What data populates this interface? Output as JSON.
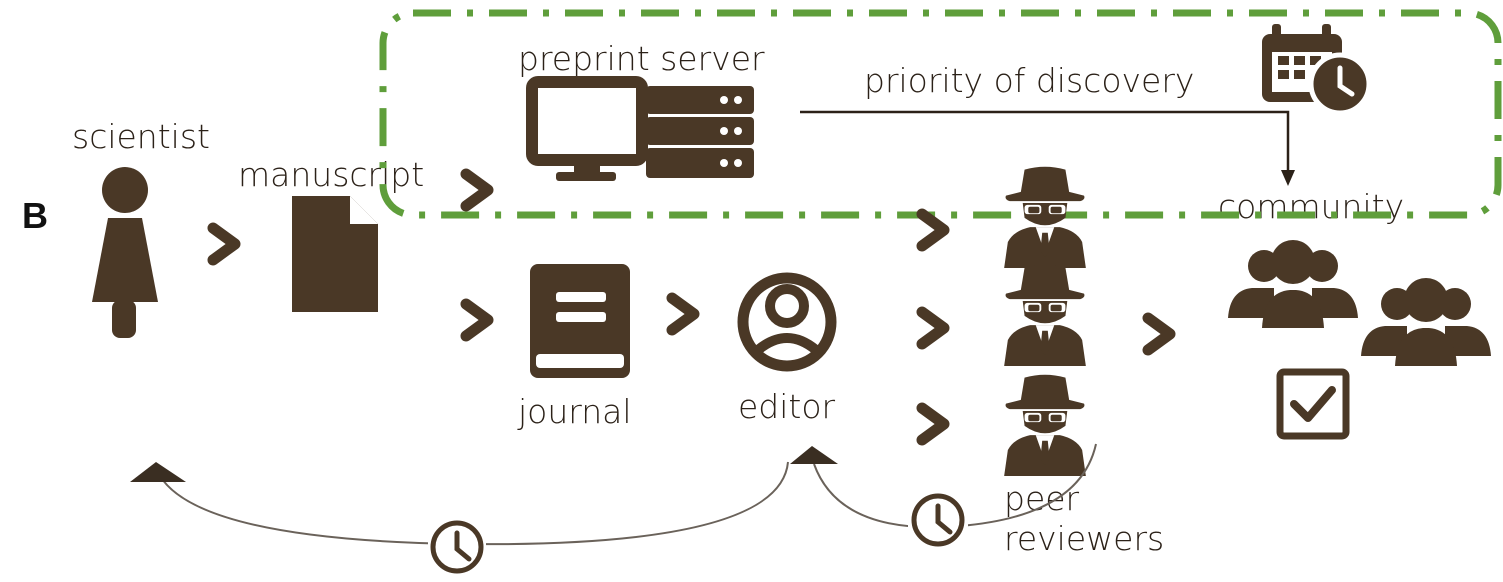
{
  "panel_label": "B",
  "labels": {
    "scientist": "scientist",
    "manuscript": "manuscript",
    "preprint_server": "preprint server",
    "priority": "priority of discovery",
    "journal": "journal",
    "editor": "editor",
    "community": "community",
    "peer": "peer",
    "reviewers": "reviewers"
  },
  "icons": [
    "person-icon",
    "document-icon",
    "computer-icon",
    "server-icon",
    "calendar-clock-icon",
    "book-icon",
    "user-circle-icon",
    "spy-icon",
    "group-icon",
    "checkbox-icon",
    "clock-icon",
    "chevron-right-icon"
  ],
  "colors": {
    "icon": "#4a3826",
    "highlight_box": "#5f9e3b",
    "text": "#2b2118"
  }
}
